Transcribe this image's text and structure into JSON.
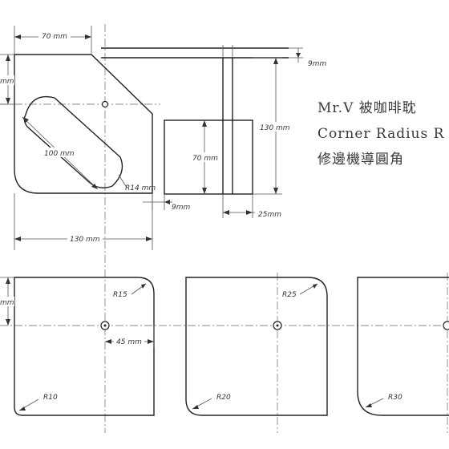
{
  "notes": {
    "line1": "Mr.V 被咖啡耽",
    "line2": "Corner Radius R",
    "line3": "修邊機導圓角"
  },
  "top_view": {
    "dim_width_top": "70 mm",
    "dim_height_side": "mm",
    "dim_slot_length": "100 mm",
    "dim_slot_radius": "R14 mm",
    "dim_width_bottom": "130 mm"
  },
  "side_view": {
    "dim_thickness": "9mm",
    "dim_height_total": "130 mm",
    "dim_block_height": "70 mm",
    "dim_gap": "9mm",
    "dim_block_width": "25mm"
  },
  "plate_1": {
    "dim_left": "mm",
    "dim_hole_offset": "45 mm",
    "corner_top": "R15",
    "corner_bottom": "R10"
  },
  "plate_2": {
    "corner_top": "R25",
    "corner_bottom": "R20"
  },
  "plate_3": {
    "corner_bottom": "R30"
  }
}
